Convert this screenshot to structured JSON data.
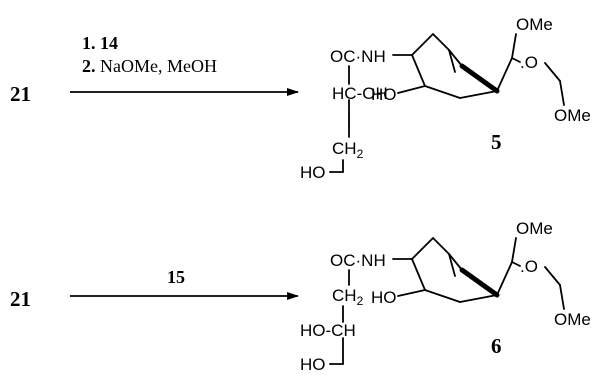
{
  "reactions": [
    {
      "starting_material": "21",
      "conditions": [
        {
          "number": "1.",
          "reagent": "14"
        },
        {
          "number": "2.",
          "reagent": "NaOMe, MeOH"
        }
      ],
      "product": {
        "number": "5",
        "labels": {
          "ome_top": "OMe",
          "ring_o": ".O",
          "ome_bottom": "OMe",
          "ho_ring": "HO",
          "amide_co": "OC",
          "amide_nh": "NH",
          "hc": "HC",
          "oh": "OH",
          "ch2": "CH",
          "ch2_sub": "2",
          "ho_end": "HO"
        }
      }
    },
    {
      "starting_material": "21",
      "conditions": [
        {
          "number": "",
          "reagent": "15"
        }
      ],
      "product": {
        "number": "6",
        "labels": {
          "ome_top": "OMe",
          "ring_o": ".O",
          "ome_bottom": "OMe",
          "ho_ring": "HO",
          "amide_co": "OC",
          "amide_nh": "NH",
          "ch2": "CH",
          "ch2_sub": "2",
          "ho_ch": "HO",
          "ch": "CH",
          "ho_end": "HO"
        }
      }
    }
  ]
}
